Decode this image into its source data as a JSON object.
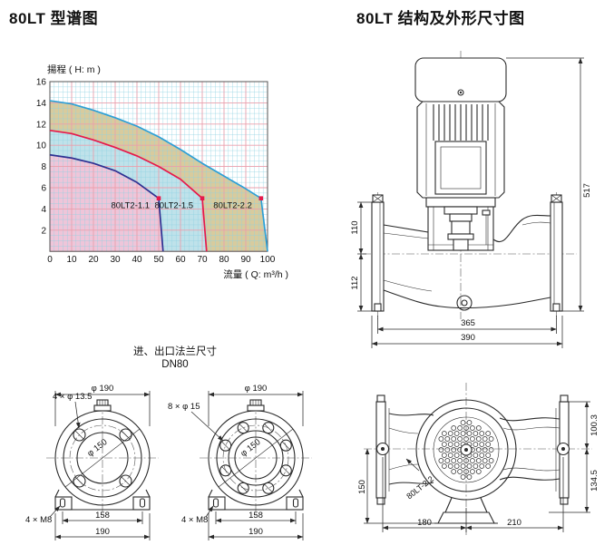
{
  "page": {
    "left_title": "80LT 型谱图",
    "right_title": "80LT 结构及外形尺寸图"
  },
  "flange_header": {
    "line1": "进、出口法兰尺寸",
    "line2": "DN80"
  },
  "chart_data": {
    "type": "area",
    "title": "",
    "ylabel": "揚程 ( H: m )",
    "xlabel": "流量 ( Q: m³/h )",
    "xlim": [
      0,
      100
    ],
    "ylim": [
      0,
      16
    ],
    "x_ticks": [
      0,
      10,
      20,
      30,
      40,
      50,
      60,
      70,
      80,
      90,
      100
    ],
    "y_ticks": [
      2,
      4,
      6,
      8,
      10,
      12,
      14,
      16
    ],
    "grid": {
      "minor_step_x": 2,
      "minor_step_y": 0.5,
      "major_step_x": 10,
      "major_step_y": 2,
      "minor_color": "#8fd2e2",
      "major_color": "#ef9daa"
    },
    "series": [
      {
        "name": "80LT2-2.2",
        "line_color": "#2d9fd6",
        "fill_color": "#d8cb9d",
        "points": [
          [
            0,
            14.2
          ],
          [
            10,
            13.9
          ],
          [
            20,
            13.3
          ],
          [
            30,
            12.6
          ],
          [
            40,
            11.8
          ],
          [
            50,
            10.8
          ],
          [
            60,
            9.6
          ],
          [
            70,
            8.3
          ],
          [
            80,
            7.1
          ],
          [
            90,
            5.9
          ],
          [
            97,
            5.0
          ],
          [
            100,
            0
          ]
        ]
      },
      {
        "name": "80LT2-1.5",
        "line_color": "#e6194b",
        "fill_color": "#bfe2ea",
        "points": [
          [
            0,
            11.4
          ],
          [
            10,
            11.1
          ],
          [
            20,
            10.5
          ],
          [
            30,
            9.8
          ],
          [
            40,
            9.0
          ],
          [
            50,
            8.0
          ],
          [
            60,
            6.8
          ],
          [
            70,
            5.0
          ],
          [
            72,
            0
          ]
        ]
      },
      {
        "name": "80LT2-1.1",
        "line_color": "#2e3192",
        "fill_color": "#efc5d9",
        "points": [
          [
            0,
            9.1
          ],
          [
            10,
            8.8
          ],
          [
            20,
            8.3
          ],
          [
            30,
            7.6
          ],
          [
            40,
            6.5
          ],
          [
            50,
            5.0
          ],
          [
            52,
            0
          ]
        ]
      }
    ],
    "markers": {
      "color": "#e6194b",
      "points": [
        [
          50,
          5
        ],
        [
          70,
          5
        ],
        [
          97,
          5
        ]
      ]
    },
    "curve_labels": [
      {
        "text": "80LT2-1.1",
        "x": 37,
        "y": 4.35
      },
      {
        "text": "80LT2-1.5",
        "x": 57,
        "y": 4.35
      },
      {
        "text": "80LT2-2.2",
        "x": 84,
        "y": 4.35
      }
    ]
  },
  "side_view": {
    "dim_517": "517",
    "dim_110": "110",
    "dim_112": "112",
    "dim_365": "365",
    "dim_390": "390"
  },
  "flange1": {
    "dim_top": "φ 190",
    "leader_bolts": "4 × φ 13.5",
    "dim_inner": "φ 150",
    "leader_feet": "4 × M8",
    "dim_158": "158",
    "dim_190": "190"
  },
  "flange2": {
    "dim_top": "φ 190",
    "leader_bolts": "8 × φ 15",
    "dim_inner": "φ 150",
    "leader_feet": "4 × M8",
    "dim_158": "158",
    "dim_190": "190"
  },
  "top_view": {
    "dim_150": "150",
    "dim_100_3": "100.3",
    "dim_134_5": "134.5",
    "dim_180": "180",
    "dim_210": "210",
    "model_label": "80LT-2.2"
  }
}
